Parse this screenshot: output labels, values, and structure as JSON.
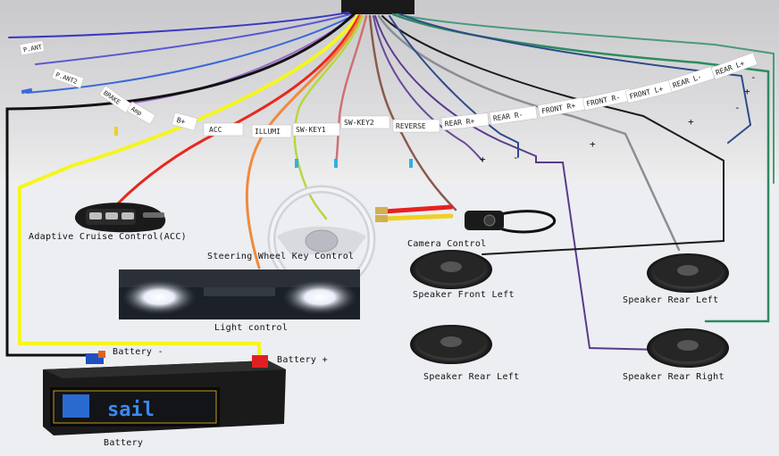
{
  "wire_tags": {
    "p_ant": "P.ANT",
    "p_ant2": "P.ANT2",
    "brake": "BRAKE",
    "amp": "Amp",
    "bplus": "B+",
    "acc": "ACC",
    "illumi": "ILLUMI",
    "swkey1": "SW-KEY1",
    "swkey2": "SW-KEY2",
    "reverse": "REVERSE",
    "rear_r_plus": "REAR R+",
    "rear_r_minus": "REAR R-",
    "front_r_plus": "FRONT R+",
    "front_r_minus": "FRONT R-",
    "front_l_plus": "FRONT L+",
    "rear_l_minus": "REAR L-",
    "rear_l_plus": "REAR L+"
  },
  "polarity": {
    "plus": "+",
    "minus": "-"
  },
  "labels": {
    "acc": "Adaptive Cruise Control(ACC)",
    "steering": "Steering Wheel Key Control",
    "camera": "Camera Control",
    "light": "Light control",
    "speaker_front_left": "Speaker Front Left",
    "speaker_rear_left_top": "Speaker Rear Left",
    "speaker_rear_left_bottom": "Speaker Rear Left",
    "speaker_rear_right": "Speaker Rear Right",
    "battery_minus": "Battery -",
    "battery_plus": "Battery +",
    "battery": "Battery",
    "battery_brand": "sail"
  },
  "colors": {
    "wire_black": "#111111",
    "wire_yellow": "#f5f51e",
    "wire_red": "#e8281e",
    "wire_orange": "#f08a3c",
    "wire_blue": "#2a5fd8",
    "wire_purple": "#5a3a8c",
    "wire_green": "#2e8a60",
    "wire_grey": "#8a8e96",
    "wire_brown": "#8a5a4a",
    "battery_body": "#1a1a1a",
    "battery_terminal_red": "#e02020",
    "battery_terminal_blue": "#2050c0"
  },
  "icons": [
    "car-key-fob-icon",
    "steering-wheel-icon",
    "rear-camera-icon",
    "headlights-photo-icon",
    "speaker-icon",
    "car-battery-icon"
  ]
}
